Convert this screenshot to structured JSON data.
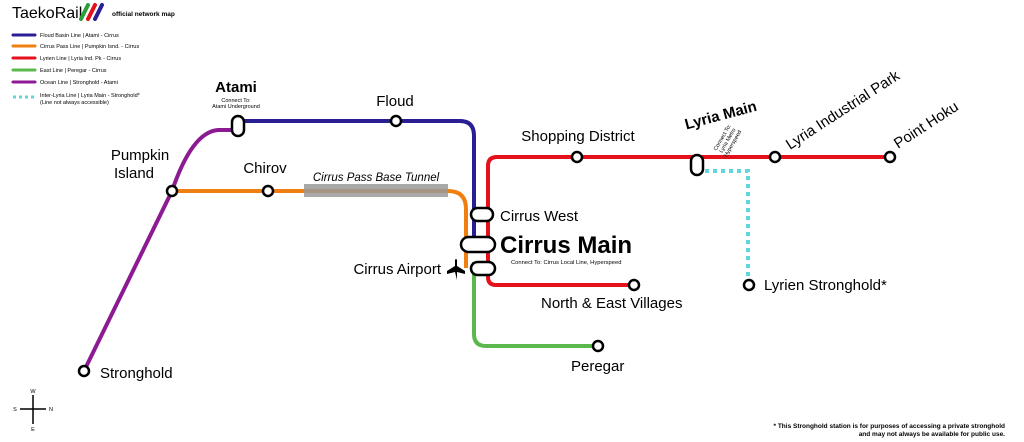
{
  "header": {
    "brand": "TaekoRail",
    "subtitle": "official network map",
    "logo_stripe_colors": [
      "#2e9e3a",
      "#e4101b",
      "#2a1e94"
    ]
  },
  "legend": [
    {
      "label": "Floud Basin Line | Atami - Cirrus",
      "color": "#2a1e94",
      "style": "solid"
    },
    {
      "label": "Cirrus Pass Line | Pumpkin Isnd. - Cirrus",
      "color": "#f07f12",
      "style": "solid"
    },
    {
      "label": "Lyrien Line | Lyria Ind. Pk - Cirrus",
      "color": "#e4101b",
      "style": "solid"
    },
    {
      "label": "East Line | Peregar - Cirrus",
      "color": "#5bb84d",
      "style": "solid"
    },
    {
      "label": "Ocean Line | Stronghold - Atami",
      "color": "#8b1a93",
      "style": "solid"
    },
    {
      "label": "Inter-Lyria Line | Lyria Main - Stronghold*",
      "label2": "(Line not always accessible)",
      "color": "#5fd6dc",
      "style": "dotted"
    }
  ],
  "stations": {
    "atami": {
      "name": "Atami",
      "connect_line1": "Connect To:",
      "connect_line2": "Atami Underground"
    },
    "floud": {
      "name": "Floud"
    },
    "pumpkin_island": {
      "name_line1": "Pumpkin",
      "name_line2": "Island"
    },
    "chirov": {
      "name": "Chirov"
    },
    "stronghold": {
      "name": "Stronghold"
    },
    "shopping_district": {
      "name": "Shopping District"
    },
    "lyria_main": {
      "name": "Lyria Main",
      "connect_line1": "Connect To:",
      "connect_line2": "Lyria Metro",
      "connect_line3": "Hyperspeed"
    },
    "lyria_industrial_park": {
      "name": "Lyria Industrial Park"
    },
    "point_hoku": {
      "name": "Point Hoku"
    },
    "cirrus_west": {
      "name": "Cirrus West"
    },
    "cirrus_main": {
      "name": "Cirrus Main",
      "connect": "Connect To: Cirrus Local Line, Hyperspeed"
    },
    "cirrus_airport": {
      "name": "Cirrus Airport"
    },
    "north_east_villages": {
      "name": "North & East Villages"
    },
    "lyrien_stronghold": {
      "name": "Lyrien Stronghold*"
    },
    "peregar": {
      "name": "Peregar"
    }
  },
  "tunnel": {
    "label": "Cirrus Pass Base Tunnel"
  },
  "compass": {
    "north": "W",
    "south": "E",
    "west": "S",
    "east": "N"
  },
  "footnote": {
    "line1": "* This Stronghold station is for purposes of accessing a private stronghold",
    "line2": "and may not always be available for public use."
  },
  "icons": [
    "airplane-icon",
    "compass-icon"
  ]
}
